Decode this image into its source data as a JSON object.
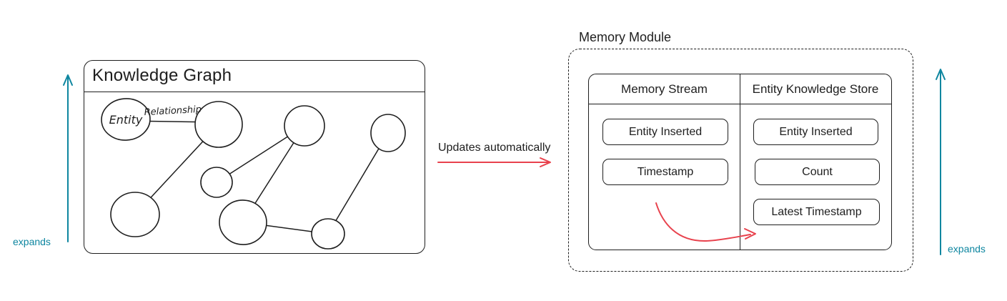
{
  "colors": {
    "ink": "#1e1e1e",
    "red": "#e8424d",
    "teal": "#0e86a0",
    "background": "#ffffff"
  },
  "knowledge_graph": {
    "title": "Knowledge Graph",
    "entity_label": "Entity",
    "relationship_label": "Relationship"
  },
  "left_expand": {
    "label": "expands"
  },
  "right_expand": {
    "label": "expands"
  },
  "connector": {
    "label": "Updates automatically"
  },
  "memory_module": {
    "title": "Memory Module",
    "columns": [
      {
        "header": "Memory Stream",
        "items": [
          "Entity Inserted",
          "Timestamp"
        ]
      },
      {
        "header": "Entity Knowledge Store",
        "items": [
          "Entity Inserted",
          "Count",
          "Latest Timestamp"
        ]
      }
    ]
  }
}
